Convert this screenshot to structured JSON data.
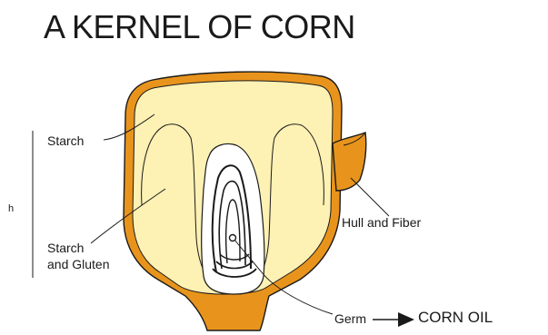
{
  "title": "A KERNEL OF CORN",
  "labels": {
    "starch": "Starch",
    "starch_gluten_line1": "Starch",
    "starch_gluten_line2": "and Gluten",
    "hull_fiber": "Hull and Fiber",
    "germ": "Germ",
    "corn_oil": "CORN OIL",
    "h_mark": "h"
  },
  "colors": {
    "hull_orange": "#e8941c",
    "endosperm_yellow": "#fdf1b4",
    "outline": "#1a1a1a",
    "germ_white": "#ffffff"
  }
}
